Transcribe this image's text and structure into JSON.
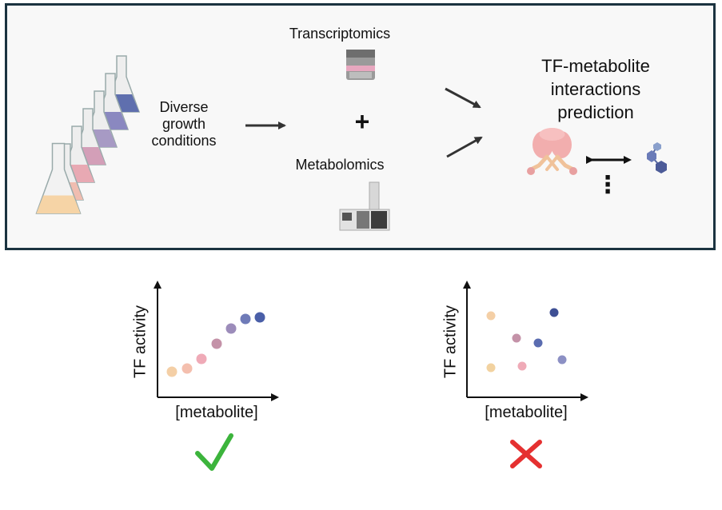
{
  "labels": {
    "growth_line1": "Diverse",
    "growth_line2": "growth",
    "growth_line3": "conditions",
    "transcriptomics": "Transcriptomics",
    "plus": "+",
    "metabolomics": "Metabolomics",
    "prediction_line1": "TF-metabolite",
    "prediction_line2": "interactions",
    "prediction_line3": "prediction",
    "ellipsis": "⋮"
  },
  "plot_left": {
    "ylabel": "TF activity",
    "xlabel": "[metabolite]",
    "verdict_icon": "check-icon"
  },
  "plot_right": {
    "ylabel": "TF activity",
    "xlabel": "[metabolite]",
    "verdict_icon": "cross-icon"
  },
  "colors": {
    "border": "#1b3340",
    "check": "#3cb43c",
    "cross": "#e53030",
    "gradient": [
      "#f5d4a4",
      "#f3b8a8",
      "#e8a0ae",
      "#c78fa6",
      "#a08aba",
      "#6f78b0",
      "#44579c"
    ]
  }
}
